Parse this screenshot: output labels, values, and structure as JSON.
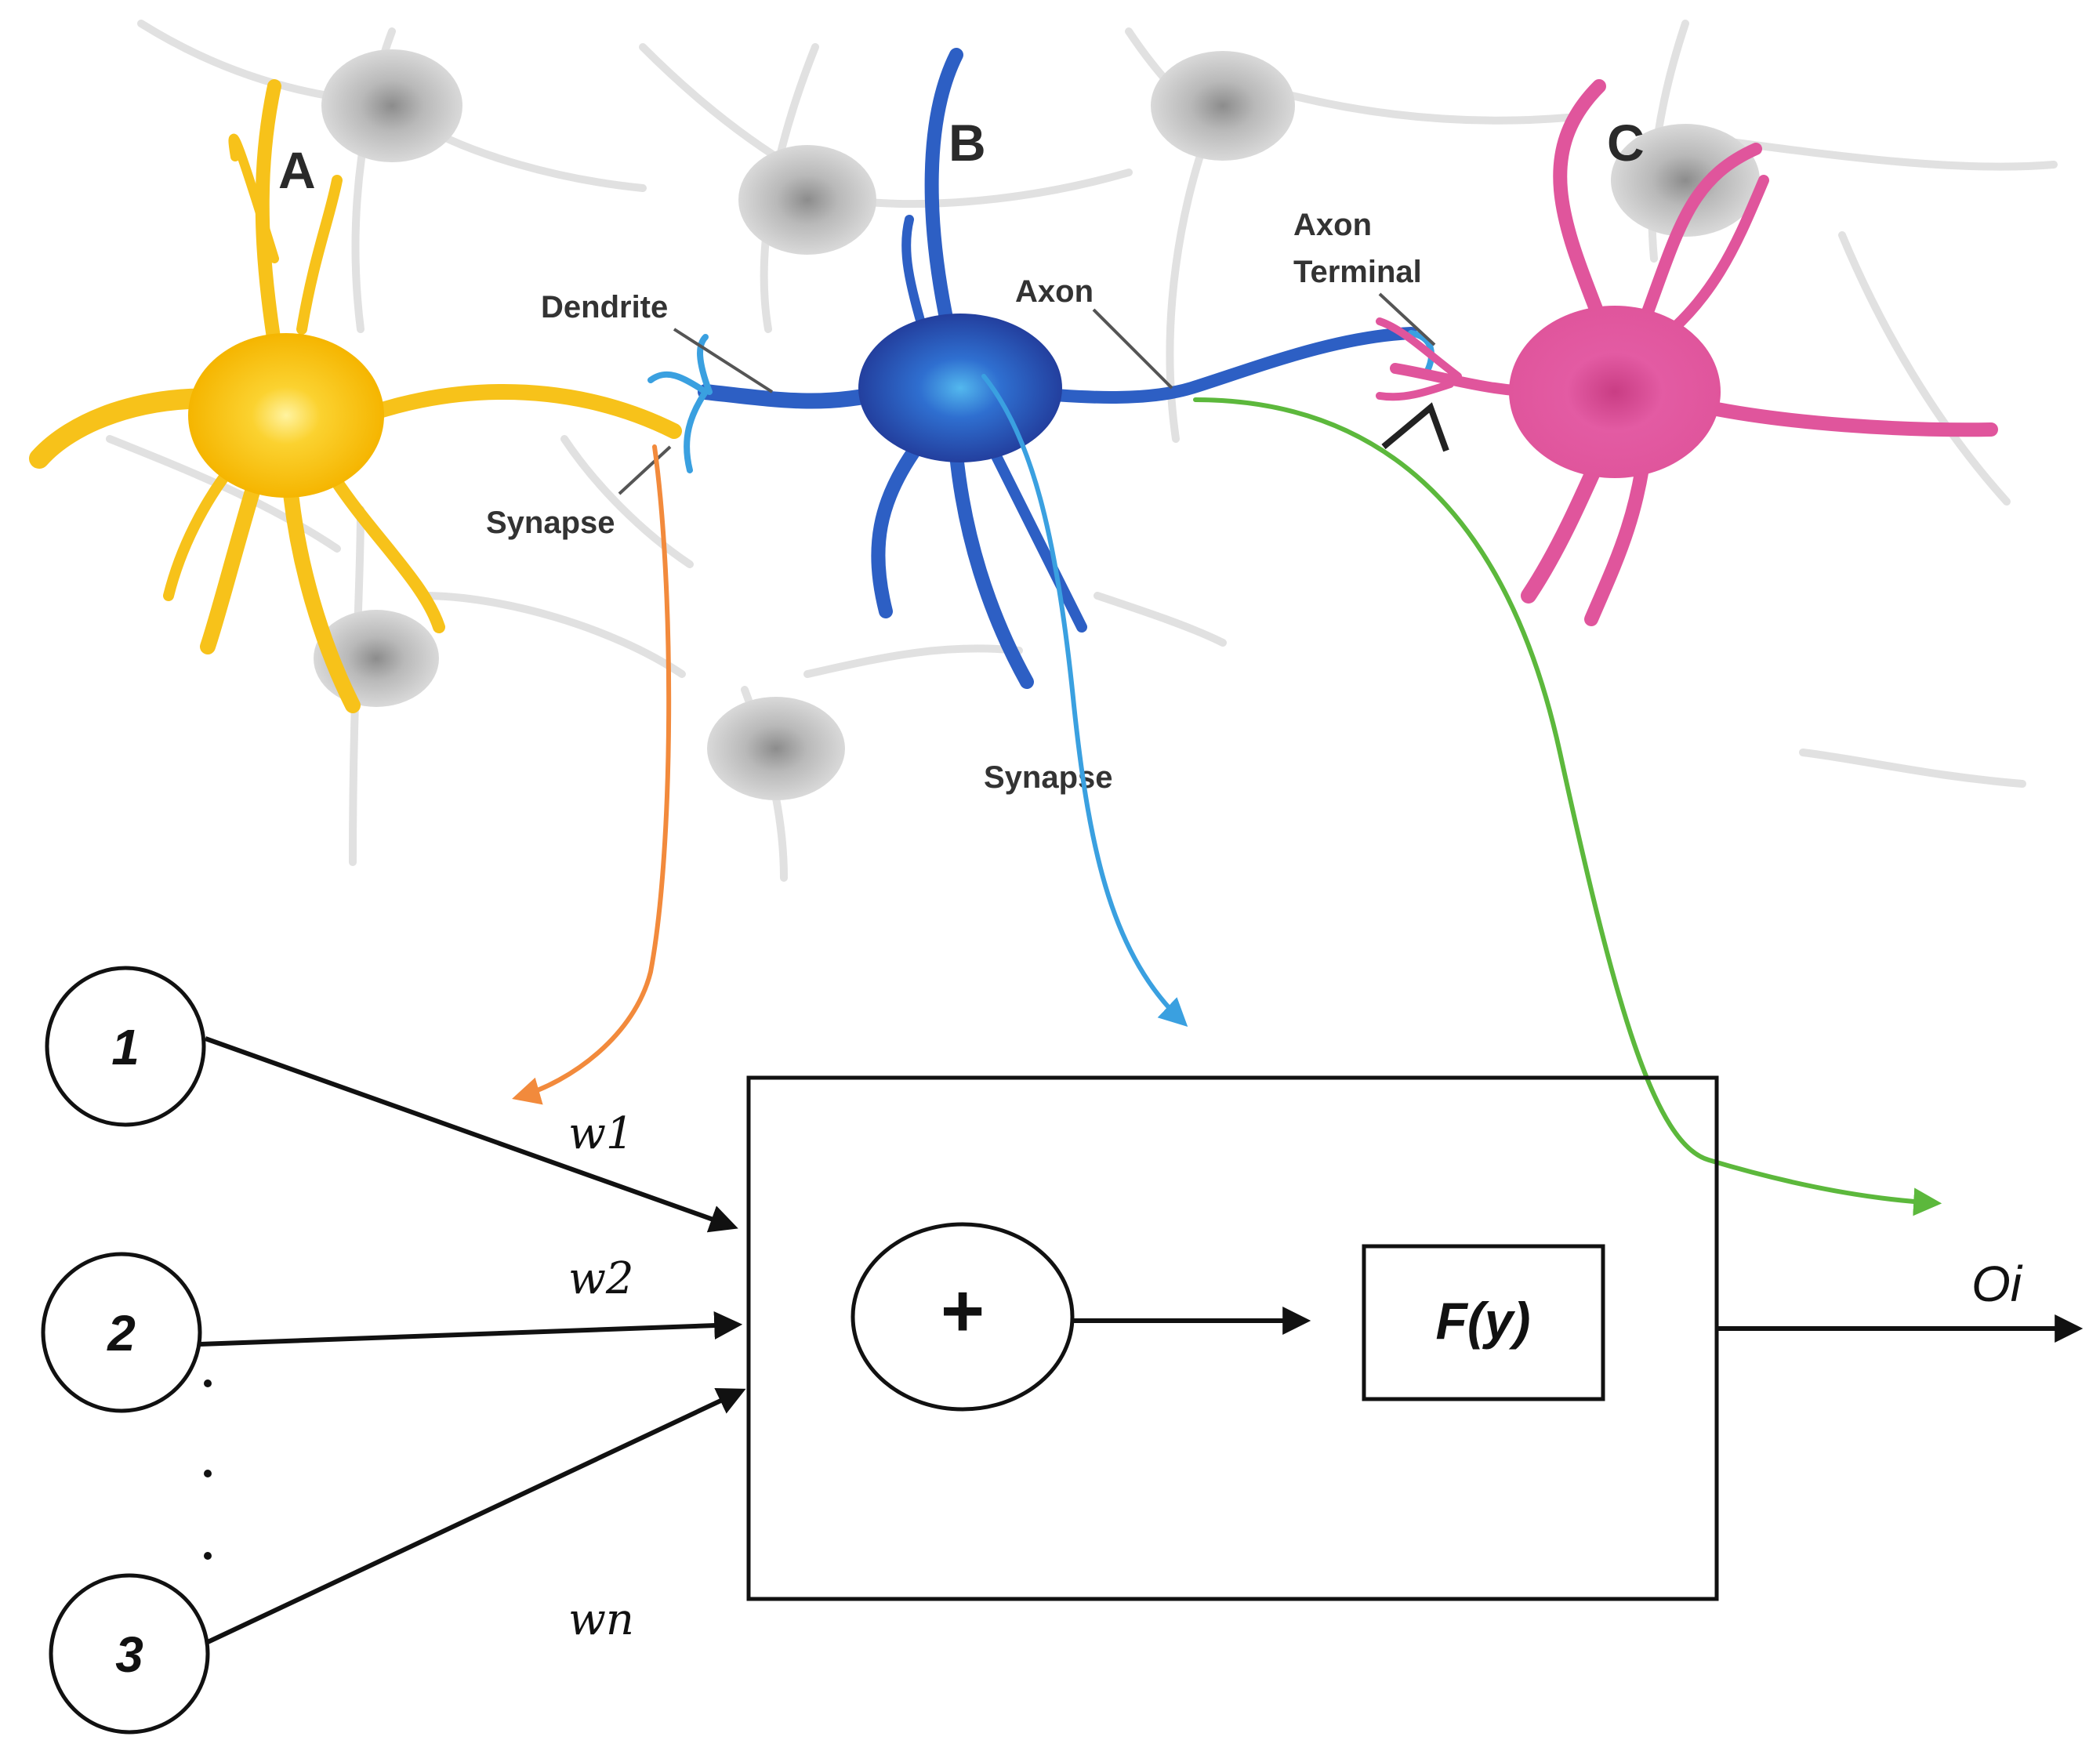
{
  "neurons": {
    "a": {
      "label": "A",
      "color": "#f7c21a"
    },
    "b": {
      "label": "B",
      "color": "#2d5fc4"
    },
    "c": {
      "label": "C",
      "color": "#e0559c"
    }
  },
  "annotations": {
    "dendrite": "Dendrite",
    "axon": "Axon",
    "axon_terminal_line1": "Axon",
    "axon_terminal_line2": "Terminal",
    "synapse_left": "Synapse",
    "synapse_bottom": "Synapse"
  },
  "model": {
    "inputs": [
      "1",
      "2",
      "3"
    ],
    "weights": [
      "w1",
      "w2",
      "wn"
    ],
    "summation_symbol": "+",
    "activation": "F(y)",
    "output": "Oi"
  },
  "mapping_colors": {
    "synapse_to_weight": "#f28a3c",
    "body_to_neuron_box": "#3aa0e0",
    "axon_to_output": "#5cb83c"
  }
}
